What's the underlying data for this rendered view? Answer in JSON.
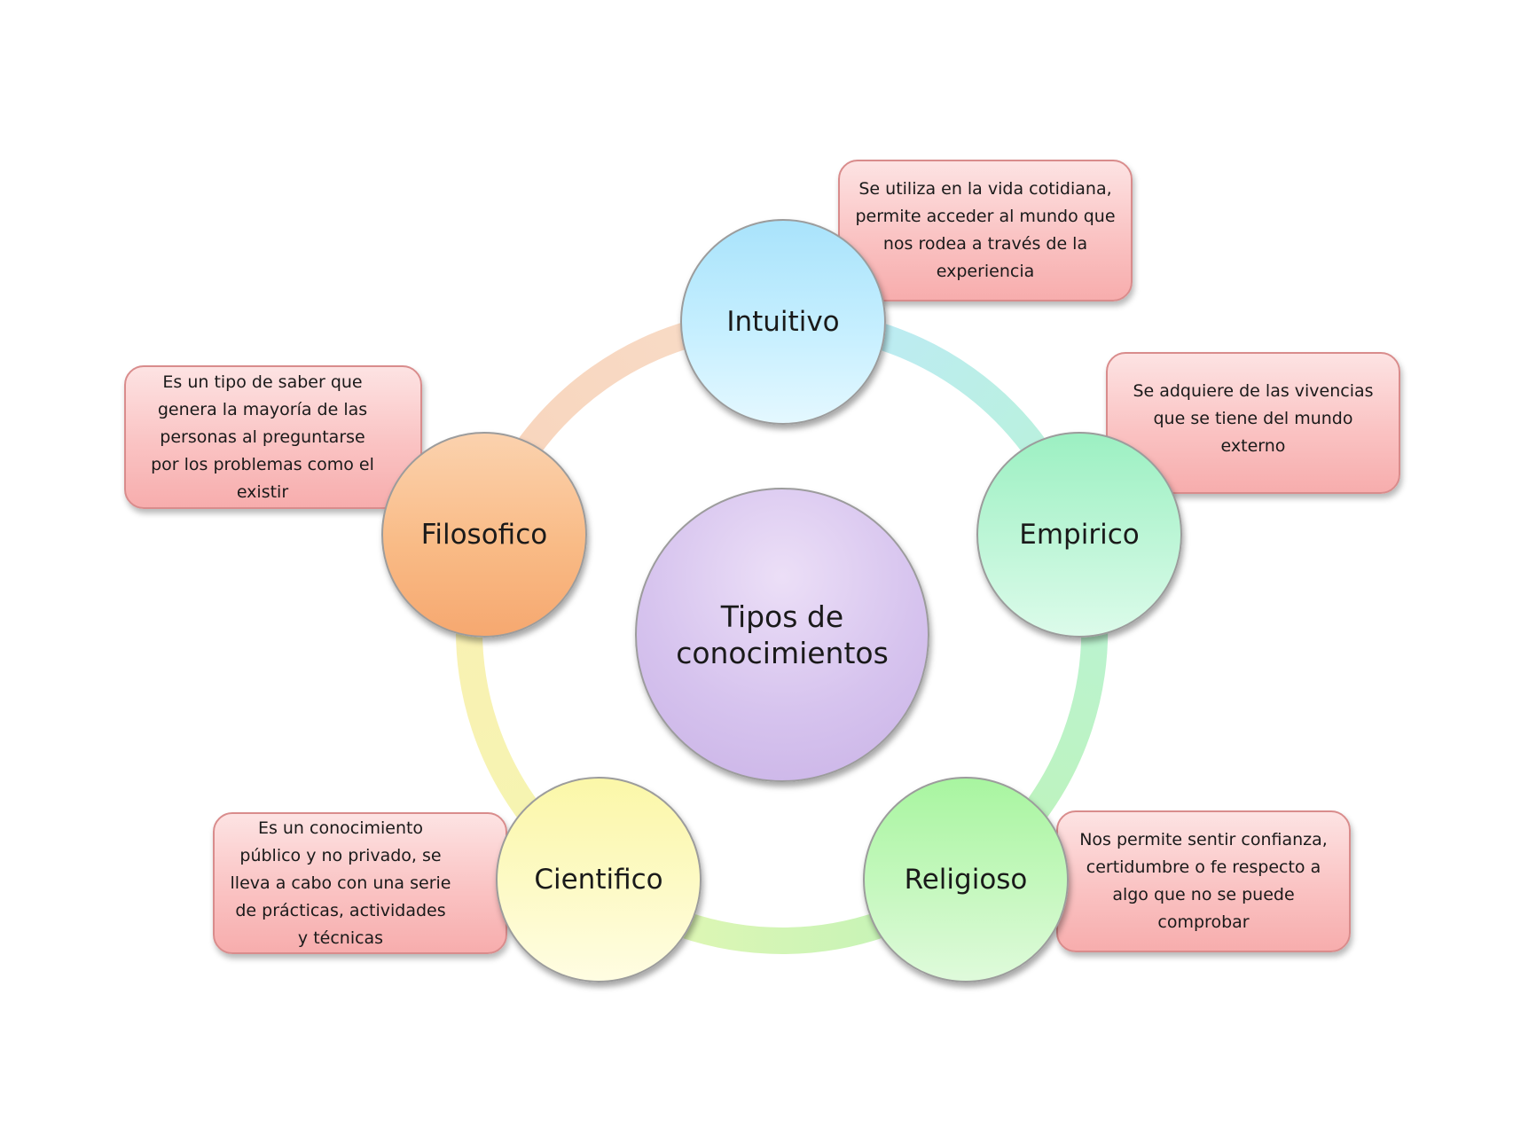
{
  "center": {
    "label": "Tipos de conocimientos"
  },
  "nodes": {
    "intuitivo": {
      "label": "Intuitivo",
      "description": "Se utiliza en la vida cotidiana, permite acceder al mundo que nos rodea a través de la experiencia"
    },
    "empirico": {
      "label": "Empirico",
      "description": "Se adquiere de las vivencias que se tiene del mundo externo"
    },
    "religioso": {
      "label": "Religioso",
      "description": "Nos permite sentir confianza, certidumbre o fe respecto a algo que no se puede comprobar"
    },
    "cientifico": {
      "label": "Cientifico",
      "description": "Es un conocimiento público y no privado, se lleva a cabo con una serie de prácticas, actividades y técnicas"
    },
    "filosofico": {
      "label": "Filosofico",
      "description": "Es un tipo de saber que genera la mayoría de las personas al preguntarse por los problemas como el existir"
    }
  },
  "colors": {
    "intuitivo": "#bdebfc",
    "empirico": "#b3f4d1",
    "religioso": "#baf7b3",
    "cientifico": "#fcf9bd",
    "filosofico": "#f9c094",
    "center": "#d6c3ee",
    "callout": "#fac3c3",
    "callout_border": "#d98c8c"
  }
}
